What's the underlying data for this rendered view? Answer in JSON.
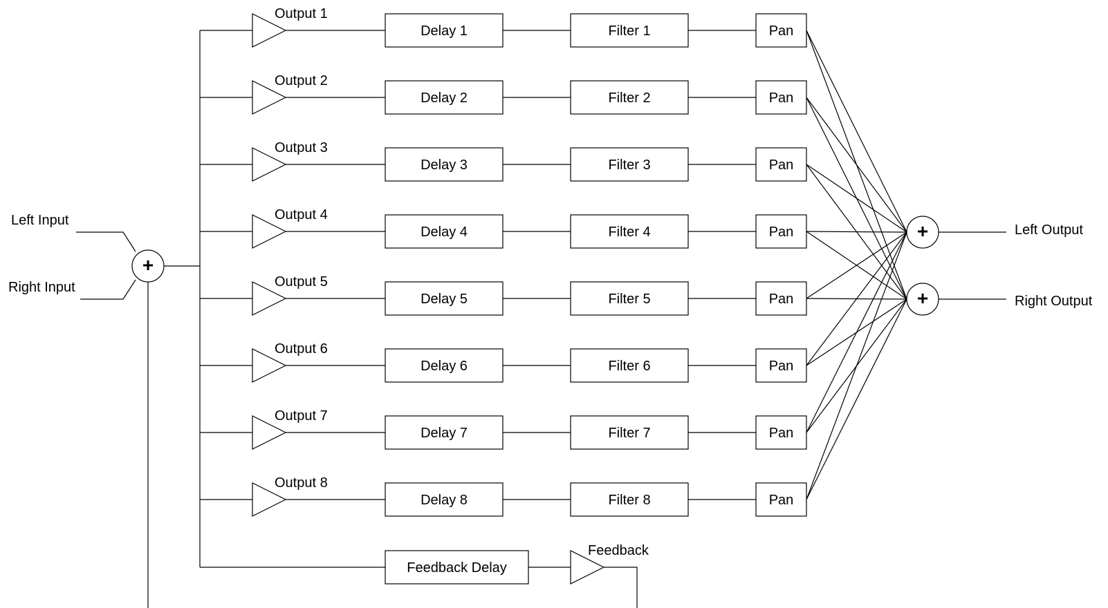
{
  "inputs": {
    "left": "Left Input",
    "right": "Right Input"
  },
  "outputs": {
    "left": "Left Output",
    "right": "Right Output"
  },
  "sum_symbol": "+",
  "pan_label": "Pan",
  "channels": [
    {
      "gain": "Output 1",
      "delay": "Delay 1",
      "filter": "Filter 1"
    },
    {
      "gain": "Output 2",
      "delay": "Delay 2",
      "filter": "Filter 2"
    },
    {
      "gain": "Output 3",
      "delay": "Delay 3",
      "filter": "Filter 3"
    },
    {
      "gain": "Output 4",
      "delay": "Delay 4",
      "filter": "Filter 4"
    },
    {
      "gain": "Output 5",
      "delay": "Delay 5",
      "filter": "Filter 5"
    },
    {
      "gain": "Output 6",
      "delay": "Delay 6",
      "filter": "Filter 6"
    },
    {
      "gain": "Output 7",
      "delay": "Delay 7",
      "filter": "Filter 7"
    },
    {
      "gain": "Output 8",
      "delay": "Delay 8",
      "filter": "Filter 8"
    }
  ],
  "feedback": {
    "delay": "Feedback Delay",
    "gain": "Feedback"
  }
}
